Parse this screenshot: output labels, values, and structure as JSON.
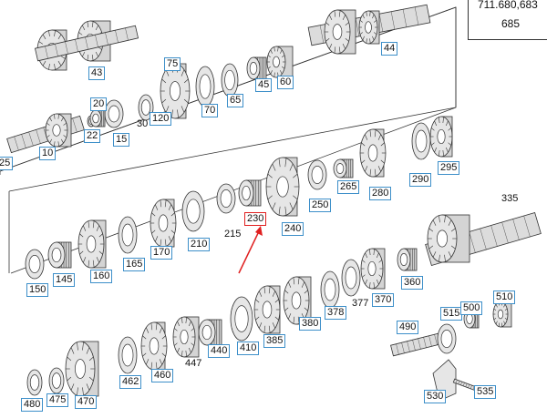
{
  "header": {
    "model_codes": "711.680,683",
    "model_sub": "685"
  },
  "parts": [
    {
      "id": "43",
      "boxed": true
    },
    {
      "id": "44",
      "boxed": true
    },
    {
      "id": "75",
      "boxed": true
    },
    {
      "id": "45",
      "boxed": true
    },
    {
      "id": "60",
      "boxed": true
    },
    {
      "id": "70",
      "boxed": true
    },
    {
      "id": "65",
      "boxed": true
    },
    {
      "id": "20",
      "boxed": true
    },
    {
      "id": "120",
      "boxed": true
    },
    {
      "id": "30",
      "boxed": false
    },
    {
      "id": "22",
      "boxed": true
    },
    {
      "id": "15",
      "boxed": true
    },
    {
      "id": "10",
      "boxed": true
    },
    {
      "id": "25",
      "boxed": true
    },
    {
      "id": "295",
      "boxed": true
    },
    {
      "id": "265",
      "boxed": true
    },
    {
      "id": "290",
      "boxed": true
    },
    {
      "id": "280",
      "boxed": true
    },
    {
      "id": "250",
      "boxed": true
    },
    {
      "id": "335",
      "boxed": false
    },
    {
      "id": "230",
      "boxed": true,
      "highlight": true
    },
    {
      "id": "240",
      "boxed": true
    },
    {
      "id": "215",
      "boxed": false
    },
    {
      "id": "210",
      "boxed": true
    },
    {
      "id": "170",
      "boxed": true
    },
    {
      "id": "165",
      "boxed": true
    },
    {
      "id": "160",
      "boxed": true
    },
    {
      "id": "145",
      "boxed": true
    },
    {
      "id": "150",
      "boxed": true
    },
    {
      "id": "360",
      "boxed": true
    },
    {
      "id": "370",
      "boxed": true
    },
    {
      "id": "377",
      "boxed": false
    },
    {
      "id": "378",
      "boxed": true
    },
    {
      "id": "380",
      "boxed": true
    },
    {
      "id": "385",
      "boxed": true
    },
    {
      "id": "410",
      "boxed": true
    },
    {
      "id": "440",
      "boxed": true
    },
    {
      "id": "447",
      "boxed": false
    },
    {
      "id": "460",
      "boxed": true
    },
    {
      "id": "462",
      "boxed": true
    },
    {
      "id": "470",
      "boxed": true
    },
    {
      "id": "475",
      "boxed": true
    },
    {
      "id": "480",
      "boxed": true
    },
    {
      "id": "490",
      "boxed": true
    },
    {
      "id": "515",
      "boxed": true
    },
    {
      "id": "500",
      "boxed": true
    },
    {
      "id": "510",
      "boxed": true
    },
    {
      "id": "530",
      "boxed": true
    },
    {
      "id": "535",
      "boxed": true
    }
  ],
  "colors": {
    "callout_border": "#3d8fc9",
    "highlight_border": "#e02020",
    "arrow": "#e02020",
    "line_art": "#333333",
    "part_fill": "#e6e6e6"
  }
}
